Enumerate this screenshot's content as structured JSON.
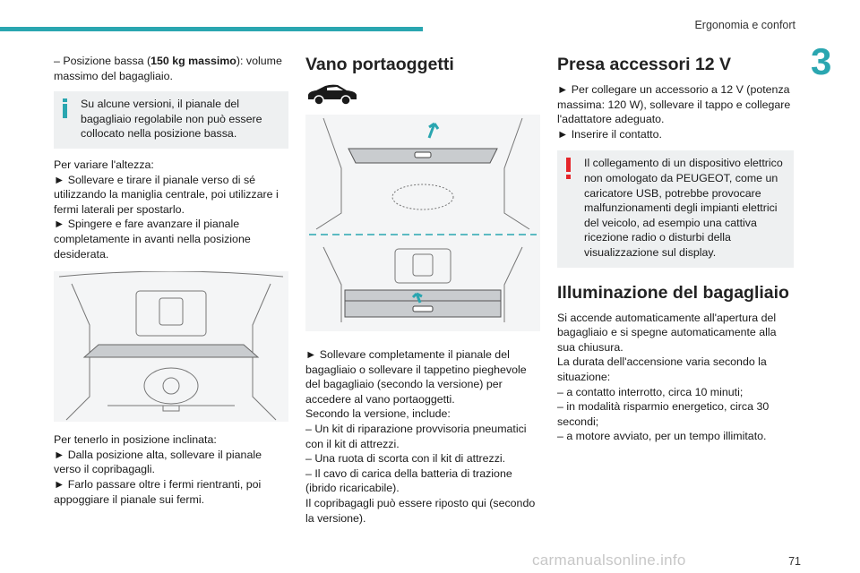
{
  "header": {
    "title": "Ergonomia e confort",
    "chapter": "3"
  },
  "col1": {
    "p1": {
      "a": "– Posizione bassa (",
      "b": "150 kg massimo",
      "c": "): volume massimo del bagagliaio."
    },
    "info_note": "Su alcune versioni, il pianale del bagagliaio regolabile non può essere collocato nella posizione bassa.",
    "lines": [
      "Per variare l'altezza:",
      "► Sollevare e tirare il pianale verso di sé utilizzando la maniglia centrale, poi utilizzare i fermi laterali per spostarlo.",
      "► Spingere e fare avanzare il pianale completamente in avanti nella posizione desiderata."
    ],
    "lines2": [
      "Per tenerlo in posizione inclinata:",
      "► Dalla posizione alta, sollevare il pianale verso il copribagagli.",
      "► Farlo passare oltre i fermi rientranti, poi appoggiare il pianale sui fermi."
    ]
  },
  "col2": {
    "heading": "Vano portaoggetti",
    "lines": [
      "► Sollevare completamente il pianale del bagagliaio o sollevare il tappetino pieghevole del bagagliaio (secondo la versione) per accedere al vano portaoggetti.",
      "Secondo la versione, include:",
      "– Un kit di riparazione provvisoria pneumatici con il kit di attrezzi.",
      "– Una ruota di scorta con il kit di attrezzi.",
      "– Il cavo di carica della batteria di trazione (ibrido ricaricabile).",
      "Il copribagagli può essere riposto qui (secondo la versione)."
    ]
  },
  "col3": {
    "heading1": "Presa accessori 12 V",
    "lines1": [
      "► Per collegare un accessorio a 12 V (potenza massima: 120 W), sollevare il tappo e collegare l'adattatore adeguato.",
      "► Inserire il contatto."
    ],
    "warning": "Il collegamento di un dispositivo elettrico non omologato da PEUGEOT, come un caricatore USB, potrebbe provocare malfunzionamenti degli impianti elettrici del veicolo, ad esempio una cattiva ricezione radio o disturbi della visualizzazione sul display.",
    "heading2": "Illuminazione del bagagliaio",
    "lines2": [
      "Si accende automaticamente all'apertura del bagagliaio e si spegne automaticamente alla sua chiusura.",
      "La durata dell'accensione varia secondo la situazione:",
      "– a contatto interrotto, circa 10 minuti;",
      "– in modalità risparmio energetico, circa 30 secondi;",
      "– a motore avviato, per un tempo illimitato."
    ]
  },
  "footer": {
    "page": "71",
    "watermark": "carmanualsonline.info"
  },
  "colors": {
    "accent": "#2aa6b0",
    "warning": "#e5252a",
    "note_bg": "#eef0f1"
  }
}
